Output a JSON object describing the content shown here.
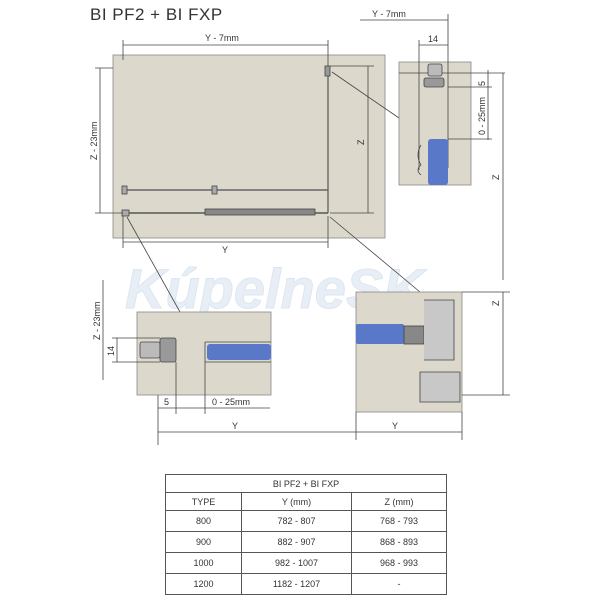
{
  "title": "BI PF2 + BI FXP",
  "watermark": "KúpelneSK",
  "colors": {
    "panel": "#dcd9cc",
    "glass_profile": "#5a78c8",
    "line": "#444444"
  },
  "dimensions": {
    "main_top": "Y - 7mm",
    "main_left": "Z - 23mm",
    "main_right": "Z",
    "main_bottom": "Y",
    "detail_top_width": "Y - 7mm",
    "detail_top_14": "14",
    "detail_top_5": "5",
    "detail_top_range": "0 - 25mm",
    "detail_top_z": "Z",
    "detail_bl_z": "Z - 23mm",
    "detail_bl_14": "14",
    "detail_bl_5": "5",
    "detail_bl_range": "0 - 25mm",
    "detail_bl_y": "Y",
    "detail_br_y": "Y",
    "detail_br_z": "Z"
  },
  "table": {
    "caption": "BI PF2 + BI FXP",
    "headers": [
      "TYPE",
      "Y (mm)",
      "Z (mm)"
    ],
    "rows": [
      [
        "800",
        "782 - 807",
        "768 - 793"
      ],
      [
        "900",
        "882 - 907",
        "868 - 893"
      ],
      [
        "1000",
        "982 - 1007",
        "968 - 993"
      ],
      [
        "1200",
        "1182 - 1207",
        "-"
      ]
    ]
  }
}
